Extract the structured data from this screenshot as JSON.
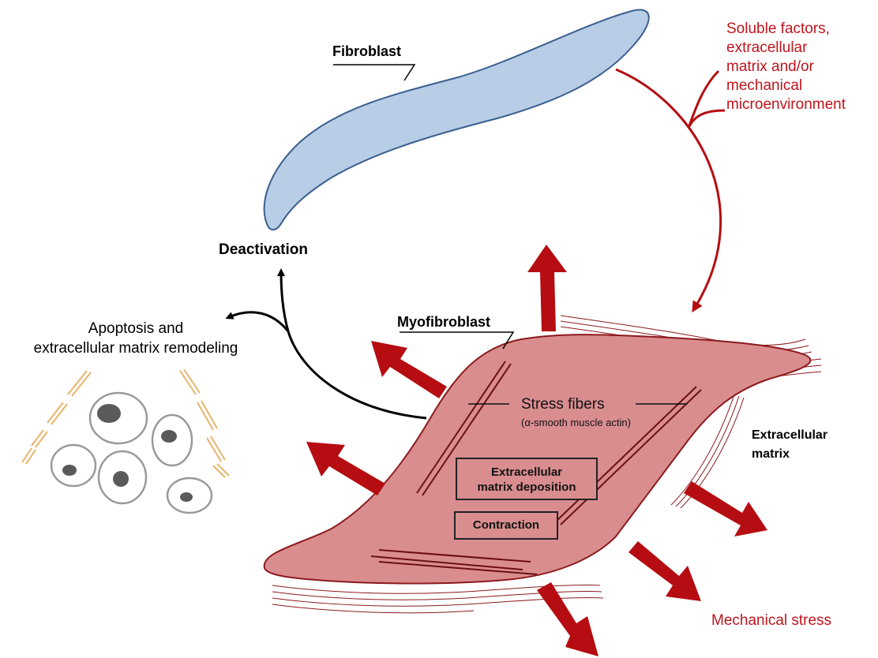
{
  "labels": {
    "fibroblast": "Fibroblast",
    "soluble_factors": [
      "Soluble factors,",
      "extracellular",
      "matrix and/or",
      "mechanical",
      "microenvironment"
    ],
    "deactivation": "Deactivation",
    "apoptosis": [
      "Apoptosis and",
      "extracellular matrix remodeling"
    ],
    "myofibroblast": "Myofibroblast",
    "stress_fibers": "Stress fibers",
    "alpha_sma": "(α-smooth muscle actin)",
    "ecm_deposition": [
      "Extracellular",
      "matrix deposition"
    ],
    "contraction": "Contraction",
    "extracellular_matrix": [
      "Extracellular",
      "matrix"
    ],
    "mechanical_stress": "Mechanical stress"
  },
  "colors": {
    "fibroblast_fill": "#b8cde6",
    "fibroblast_stroke": "#3b5f8f",
    "myofibroblast_fill": "#d98d8f",
    "myofibroblast_stroke": "#8b1a1f",
    "red_arrow": "#b50d12",
    "red_text": "#c0141c",
    "cell_outline": "#9a9a9a",
    "nucleus": "#5a5a5a",
    "ecm_fragment": "#e8b46a"
  }
}
